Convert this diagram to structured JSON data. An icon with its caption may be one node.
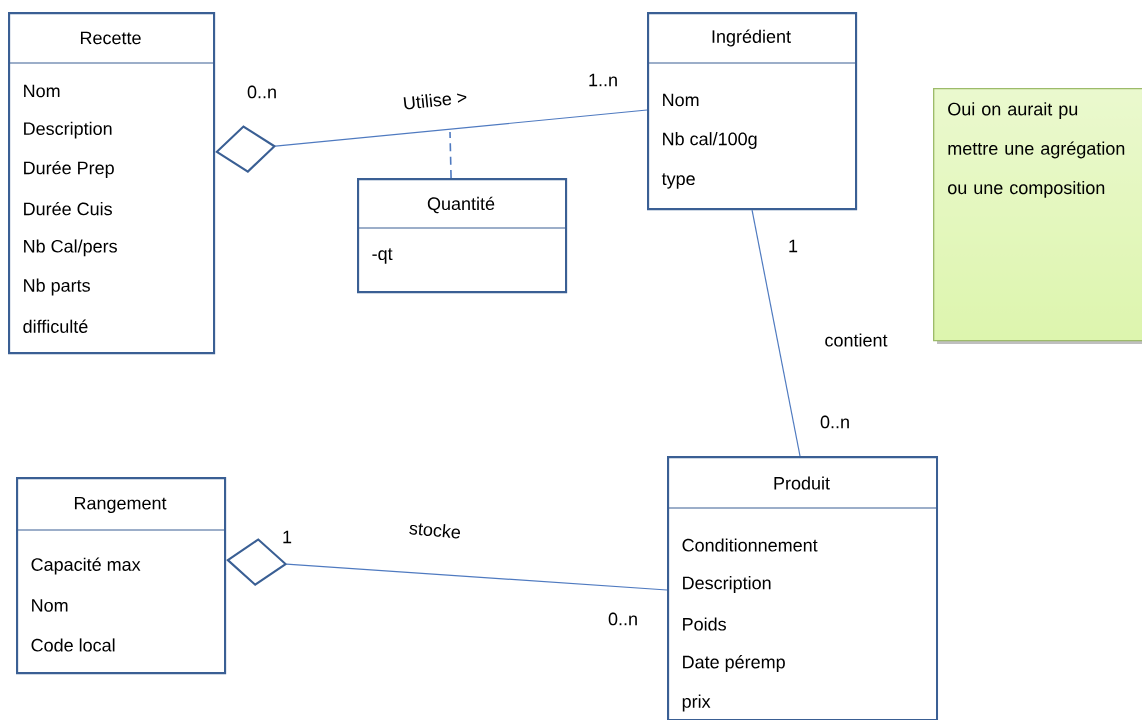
{
  "diagram": {
    "nodes": [
      {
        "text": [
          "Recette",
          "Nom",
          "Description",
          "Durée Prep",
          "Durée Cuis",
          "Nb Cal/pers",
          "Nb parts",
          "difficulté"
        ]
      },
      {
        "text": [
          "Ingrédient",
          "Nom",
          "Nb cal/100g",
          "type"
        ]
      },
      {
        "text": [
          "Quantité",
          "-qt"
        ]
      },
      {
        "text": [
          "Oui on aurait pu mettre une agrégation ou une composition"
        ]
      },
      {
        "text": [
          "Rangement",
          "Capacité max",
          "Nom",
          "Code local"
        ]
      },
      {
        "text": [
          "Produit",
          "Conditionnement",
          "Description",
          "Poids",
          "Date péremp",
          "prix"
        ]
      }
    ],
    "edges": [
      {
        "from": 0,
        "to": 1,
        "arrow": "other",
        "label": "Utilise >"
      },
      {
        "from": 1,
        "to": 5,
        "arrow": "none",
        "label": "contient"
      },
      {
        "from": 4,
        "to": 5,
        "arrow": "other",
        "label": "stocke"
      },
      {
        "from": 2,
        "to": null,
        "arrow": "none",
        "style": "dashed"
      }
    ],
    "labels": [
      "0..n",
      "1..n",
      "1",
      "0..n",
      "1",
      "0..n"
    ]
  }
}
